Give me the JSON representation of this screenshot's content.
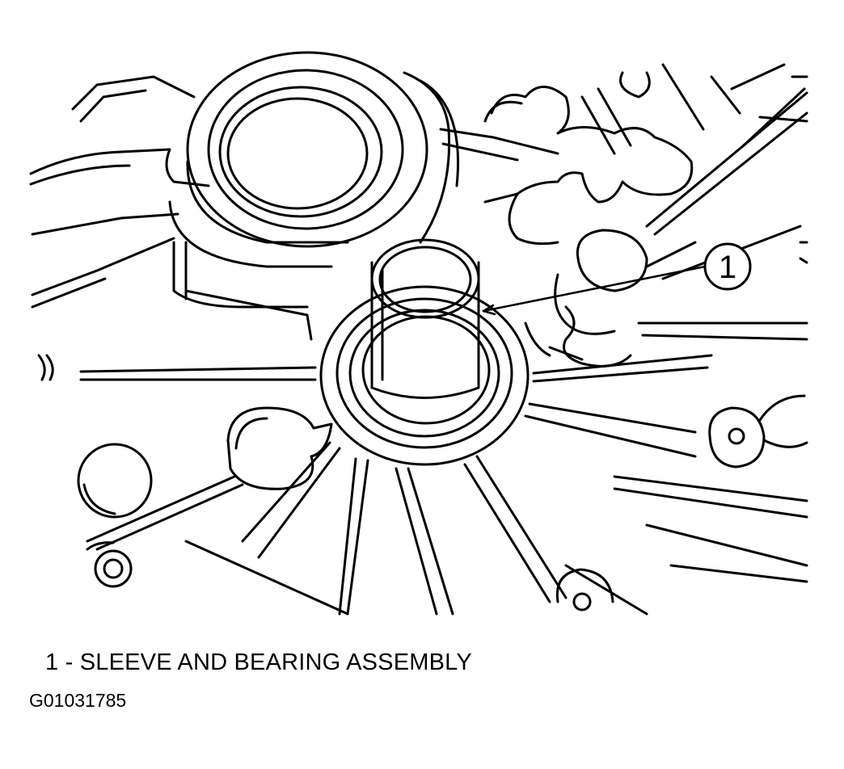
{
  "diagram": {
    "callout_number": "1"
  },
  "legend": {
    "items": [
      {
        "number": "1",
        "separator": " - ",
        "label": "SLEEVE AND BEARING ASSEMBLY"
      }
    ]
  },
  "figure_id": "G01031785",
  "colors": {
    "ink": "#000000",
    "background": "#ffffff"
  }
}
